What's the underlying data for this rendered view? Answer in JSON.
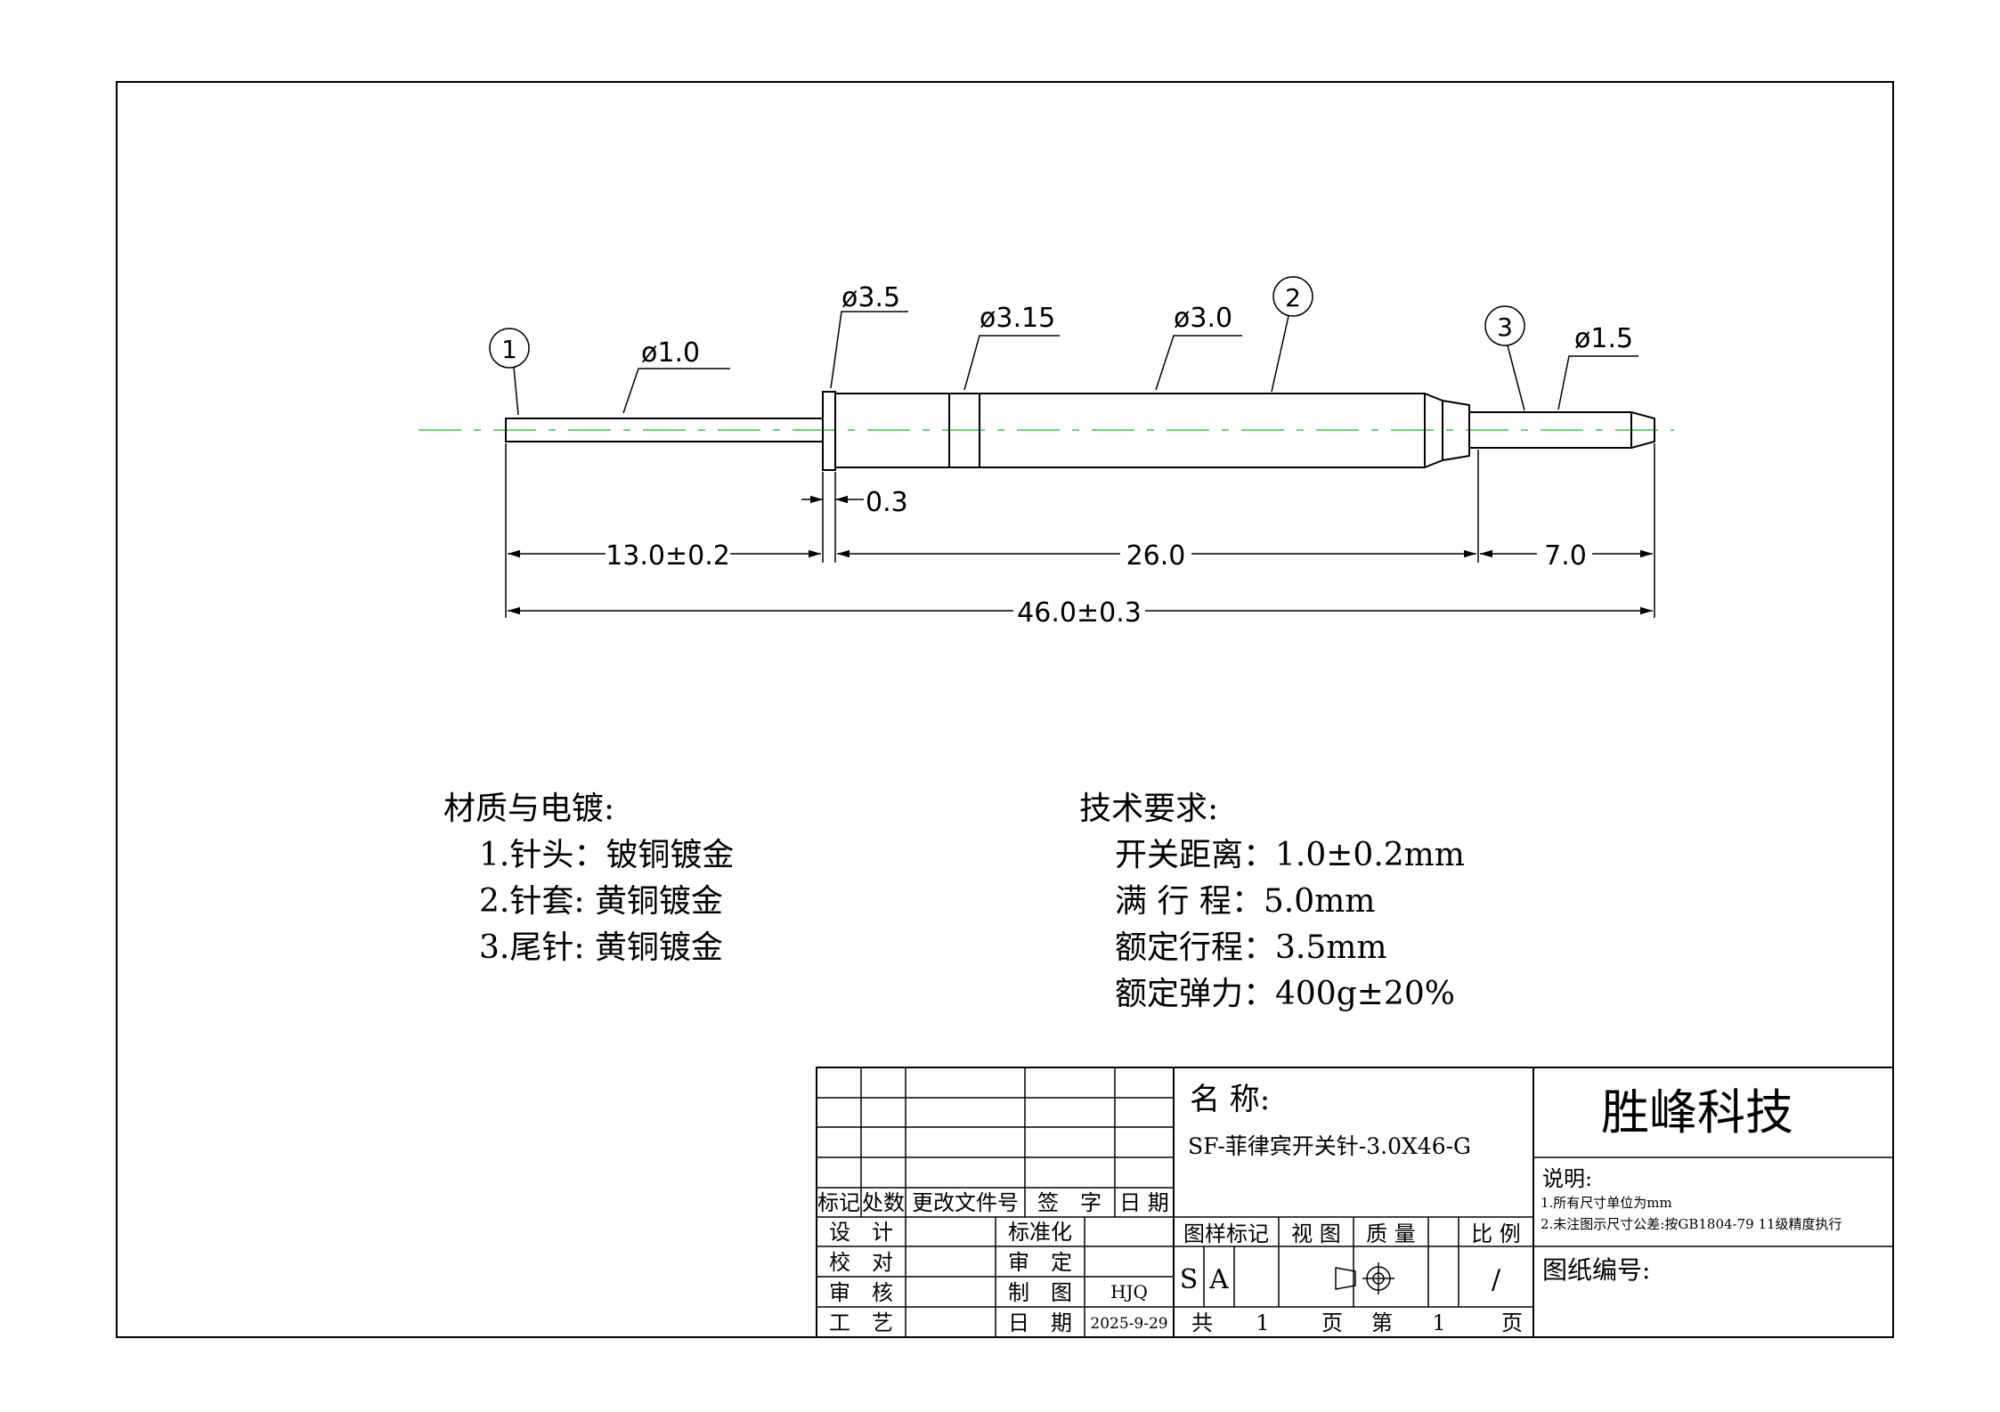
{
  "colors": {
    "centerline": "#33cc44",
    "ink": "#000000",
    "paper": "#ffffff"
  },
  "drawing": {
    "balloons": {
      "b1": "1",
      "b2": "2",
      "b3": "3"
    },
    "diameters": {
      "d_tip": "ø1.0",
      "d_collar": "ø3.5",
      "d_ring": "ø3.15",
      "d_body": "ø3.0",
      "d_tail": "ø1.5"
    },
    "dims": {
      "collar_thk": "0.3",
      "tip_len": "13.0±0.2",
      "body_len": "26.0",
      "tail_len": "7.0",
      "total_len": "46.0±0.3"
    }
  },
  "notes": {
    "material": {
      "heading": "材质与电镀:",
      "items": [
        "1.针头：铍铜镀金",
        "2.针套: 黄铜镀金",
        "3.尾针: 黄铜镀金"
      ]
    },
    "tech": {
      "heading": "技术要求:",
      "items": [
        "开关距离：1.0±0.2mm",
        "满 行 程：5.0mm",
        "额定行程：3.5mm",
        "额定弹力：400g±20%"
      ]
    }
  },
  "title_block": {
    "rev_headers": [
      "标记",
      "处数",
      "更改文件号",
      "签　字",
      "日 期"
    ],
    "role_labels": [
      "设　计",
      "校　对",
      "审　核",
      "工　艺"
    ],
    "mid_labels": [
      "标准化",
      "审　定",
      "制　图",
      "日　期"
    ],
    "drafter": "HJQ",
    "date": "2025-9-29",
    "name_label": "名 称:",
    "part_name": "SF-菲律宾开关针-3.0X46-G",
    "mark_headers": [
      "图样标记",
      "视 图",
      "质 量",
      "比 例"
    ],
    "mark_values": [
      "S",
      "A"
    ],
    "scale_value": "/",
    "sheet_total_label": "共",
    "sheet_total": "1",
    "sheet_unit": "页",
    "sheet_no_label": "第",
    "sheet_no": "1",
    "sheet_no_unit": "页",
    "company": "胜峰科技",
    "notes_label": "说明:",
    "notes_lines": [
      "1.所有尺寸单位为mm",
      "2.未注图示尺寸公差:按GB1804-79 11级精度执行"
    ],
    "drawing_no_label": "图纸编号:"
  }
}
